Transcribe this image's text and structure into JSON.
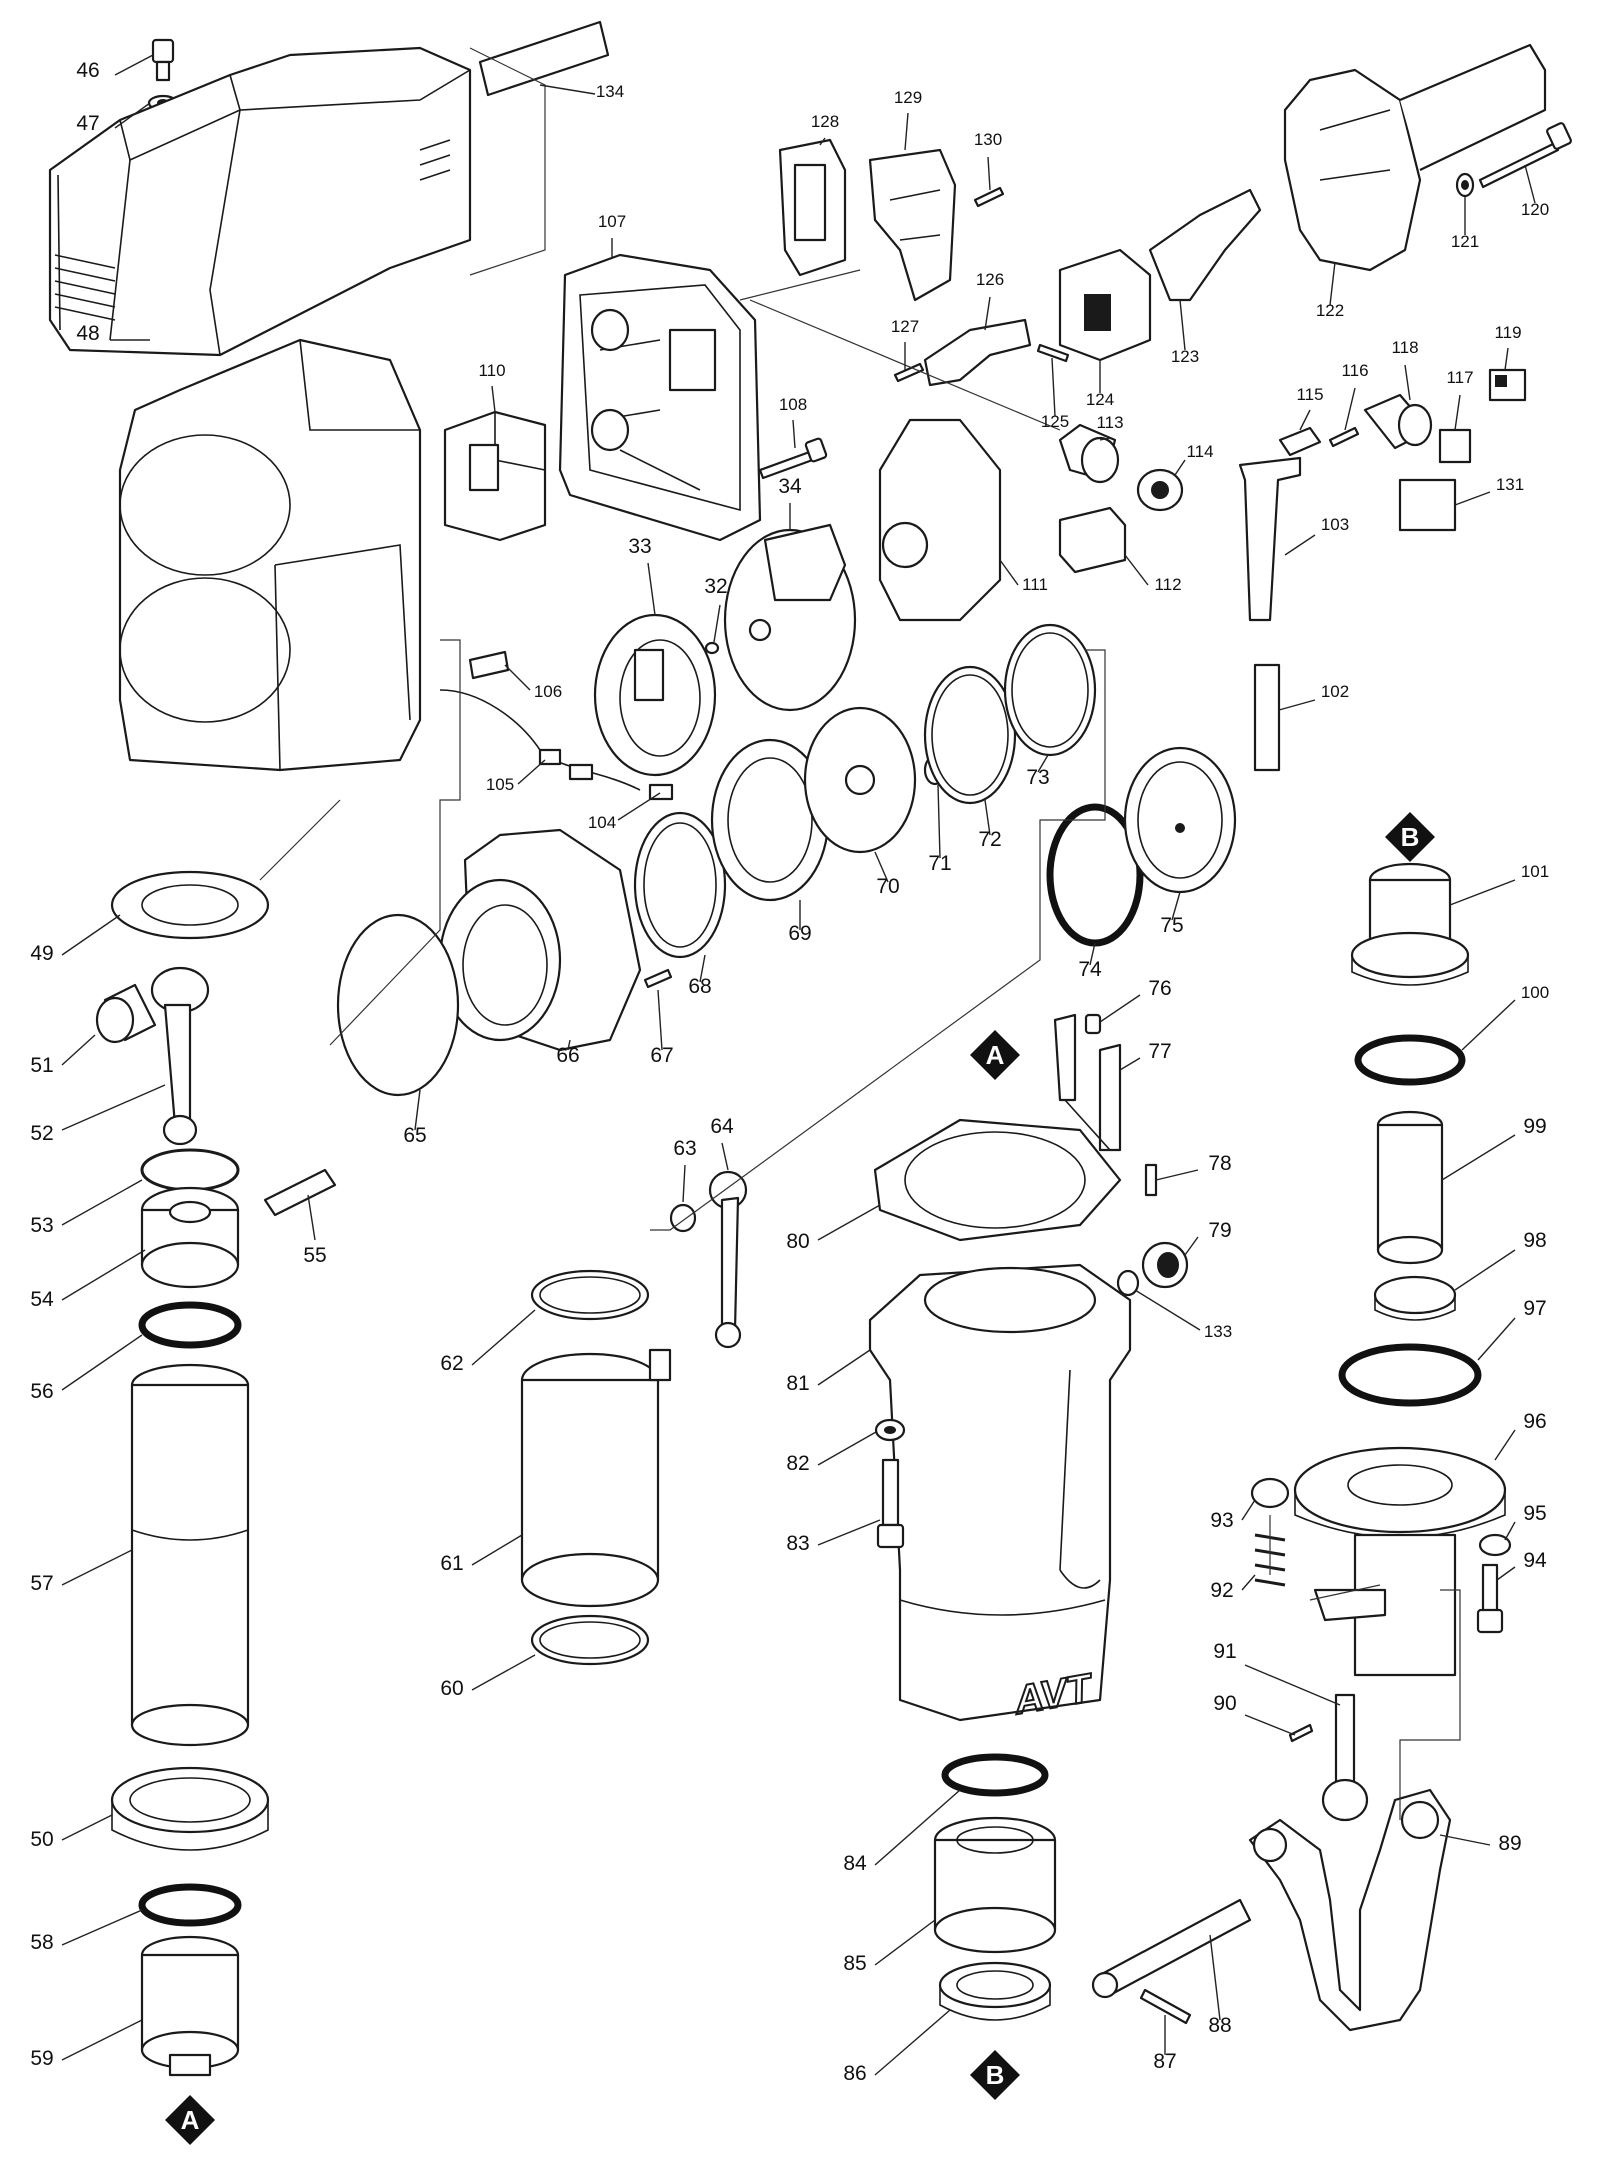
{
  "diagram": {
    "type": "exploded-parts-view",
    "brand_mark": "AVT",
    "markers": {
      "A": "A",
      "B": "B"
    },
    "part_numbers": [
      "32",
      "33",
      "34",
      "46",
      "47",
      "48",
      "49",
      "50",
      "51",
      "52",
      "53",
      "54",
      "55",
      "56",
      "57",
      "58",
      "59",
      "60",
      "61",
      "62",
      "63",
      "64",
      "65",
      "66",
      "67",
      "68",
      "69",
      "70",
      "71",
      "72",
      "73",
      "74",
      "75",
      "76",
      "77",
      "78",
      "79",
      "80",
      "81",
      "82",
      "83",
      "84",
      "85",
      "86",
      "87",
      "88",
      "89",
      "90",
      "91",
      "92",
      "93",
      "94",
      "95",
      "96",
      "97",
      "98",
      "99",
      "100",
      "101",
      "102",
      "103",
      "104",
      "105",
      "106",
      "107",
      "108",
      "110",
      "111",
      "112",
      "113",
      "114",
      "115",
      "116",
      "117",
      "118",
      "119",
      "120",
      "121",
      "122",
      "123",
      "124",
      "125",
      "126",
      "127",
      "128",
      "129",
      "130",
      "131",
      "133",
      "134"
    ]
  }
}
